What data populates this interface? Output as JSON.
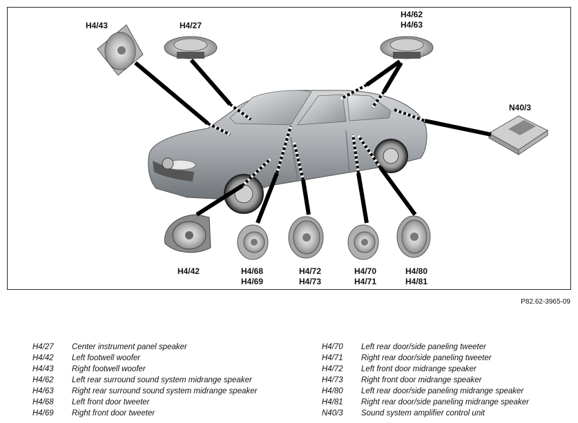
{
  "callouts": {
    "h4_43": "H4/43",
    "h4_27": "H4/27",
    "h4_62_63": [
      "H4/62",
      "H4/63"
    ],
    "n40_3": "N40/3",
    "h4_42": "H4/42",
    "h4_68_69": [
      "H4/68",
      "H4/69"
    ],
    "h4_72_73": [
      "H4/72",
      "H4/73"
    ],
    "h4_70_71": [
      "H4/70",
      "H4/71"
    ],
    "h4_80_81": [
      "H4/80",
      "H4/81"
    ]
  },
  "reference": "P82.62-3965-09",
  "legend_left": [
    {
      "code": "H4/27",
      "desc": "Center instrument panel speaker"
    },
    {
      "code": "H4/42",
      "desc": "Left footwell woofer"
    },
    {
      "code": "H4/43",
      "desc": "Right footwell woofer"
    },
    {
      "code": "H4/62",
      "desc": "Left rear surround sound system midrange speaker"
    },
    {
      "code": "H4/63",
      "desc": "Right rear surround sound system midrange speaker"
    },
    {
      "code": "H4/68",
      "desc": "Left front door tweeter"
    },
    {
      "code": "H4/69",
      "desc": "Right front door tweeter"
    }
  ],
  "legend_right": [
    {
      "code": "H4/70",
      "desc": "Left rear door/side paneling tweeter"
    },
    {
      "code": "H4/71",
      "desc": "Right rear door/side paneling tweeter"
    },
    {
      "code": "H4/72",
      "desc": "Left front door midrange speaker"
    },
    {
      "code": "H4/73",
      "desc": "Right front door midrange speaker"
    },
    {
      "code": "H4/80",
      "desc": "Left rear door/side paneling midrange speaker"
    },
    {
      "code": "H4/81",
      "desc": "Right rear door/side paneling midrange speaker"
    },
    {
      "code": "N40/3",
      "desc": "Sound system amplifier control unit"
    }
  ]
}
